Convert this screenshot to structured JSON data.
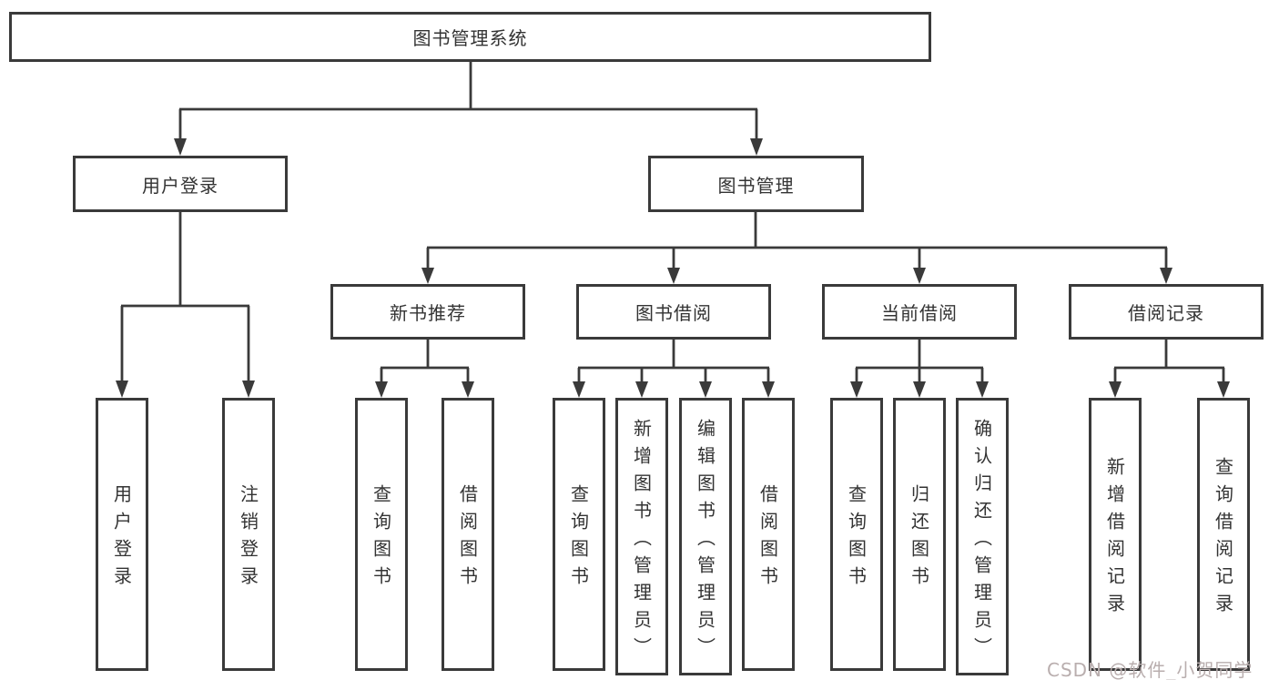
{
  "tree": {
    "root": {
      "label": "图书管理系统"
    },
    "branches": [
      {
        "label": "用户登录",
        "children": [
          {
            "label": "用户登录"
          },
          {
            "label": "注销登录"
          }
        ]
      },
      {
        "label": "图书管理",
        "children": [
          {
            "label": "新书推荐",
            "children": [
              {
                "label": "查询图书"
              },
              {
                "label": "借阅图书"
              }
            ]
          },
          {
            "label": "图书借阅",
            "children": [
              {
                "label": "查询图书"
              },
              {
                "label": "新增图书（管理员）"
              },
              {
                "label": "编辑图书（管理员）"
              },
              {
                "label": "借阅图书"
              }
            ]
          },
          {
            "label": "当前借阅",
            "children": [
              {
                "label": "查询图书"
              },
              {
                "label": "归还图书"
              },
              {
                "label": "确认归还（管理员）"
              }
            ]
          },
          {
            "label": "借阅记录",
            "children": [
              {
                "label": "新增借阅记录"
              },
              {
                "label": "查询借阅记录"
              }
            ]
          }
        ]
      }
    ]
  },
  "watermark": {
    "text": "CSDN @软件_小贺同学",
    "color": "#b9aeae"
  },
  "colors": {
    "line": "#3a3a3a",
    "box_border": "#3a3a3a",
    "box_fill": "#ffffff",
    "text": "#333333",
    "background": "#ffffff"
  }
}
